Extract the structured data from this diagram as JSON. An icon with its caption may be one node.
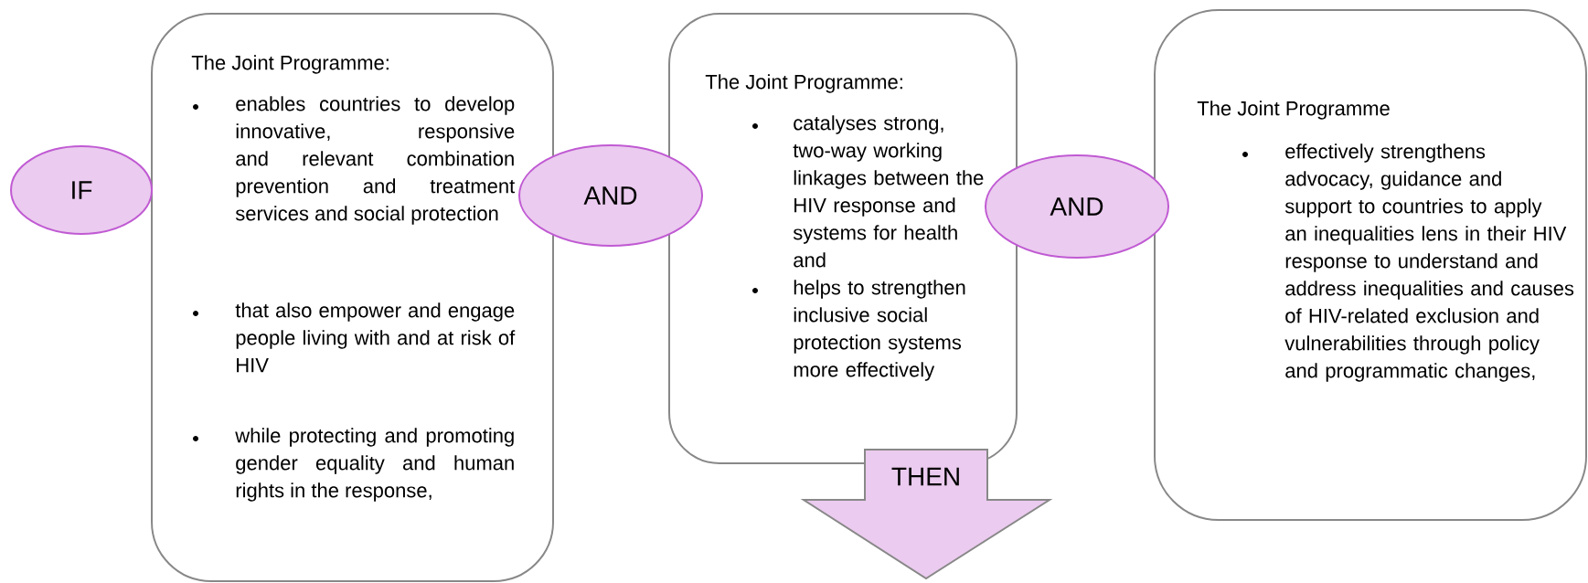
{
  "diagram": {
    "nodes": [
      {
        "text": [
          "IF"
        ]
      },
      {
        "text": [
          "The Joint Programme:",
          "enables countries to develop innovative, responsive and relevant combination prevention and treatment services and social protection",
          "that also empower and engage people living with and at risk of HIV",
          "while protecting and promoting gender equality and human rights in the response,"
        ]
      },
      {
        "text": [
          "AND"
        ]
      },
      {
        "text": [
          "The Joint Programme:",
          "catalyses strong, two-way working linkages between the HIV response and systems for health and",
          "helps to strengthen inclusive social protection systems more effectively"
        ]
      },
      {
        "text": [
          "AND"
        ]
      },
      {
        "text": [
          "The Joint Programme",
          "effectively strengthens advocacy, guidance and support to countries to apply an inequalities lens in their HIV response to understand and address inequalities and causes of HIV-related exclusion and vulnerabilities through policy and programmatic changes,"
        ]
      },
      {
        "text": [
          "THEN"
        ]
      }
    ]
  }
}
